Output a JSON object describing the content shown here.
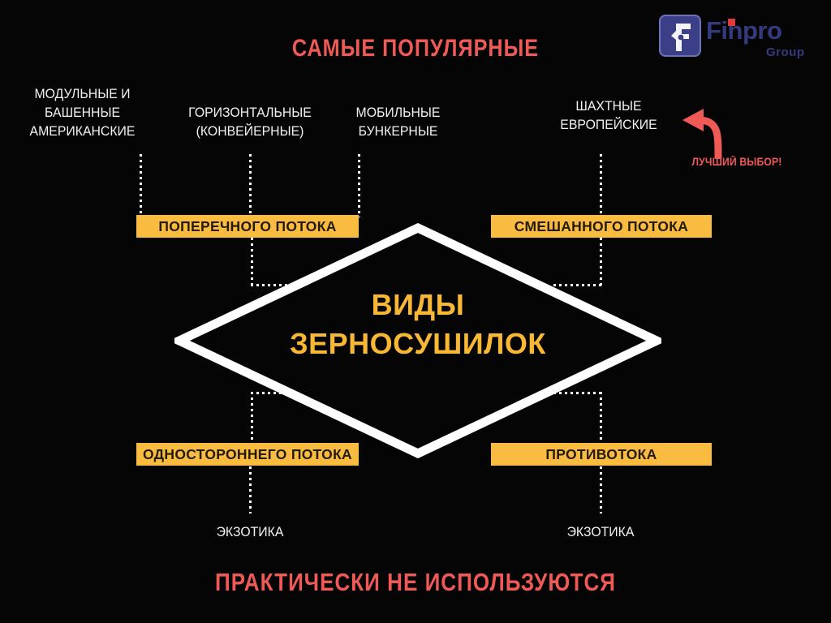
{
  "colors": {
    "background": "#060506",
    "accent_amber": "#f9bb40",
    "accent_red": "#ef5a57",
    "title_amber": "#f9b833",
    "text_white": "#f2f2f2",
    "logo_blue": "#353a7e",
    "logo_dot_red": "#e03b3b"
  },
  "headers": {
    "top": "САМЫЕ ПОПУЛЯРНЫЕ",
    "bottom": "ПРАКТИЧЕСКИ НЕ ИСПОЛЬЗУЮТСЯ"
  },
  "categories": [
    {
      "id": "american",
      "lines": [
        "МОДУЛЬНЫЕ И",
        "БАШЕННЫЕ",
        "АМЕРИКАНСКИЕ"
      ]
    },
    {
      "id": "horizontal",
      "lines": [
        "ГОРИЗОНТАЛЬНЫЕ",
        "(КОНВЕЙЕРНЫЕ)"
      ]
    },
    {
      "id": "mobile",
      "lines": [
        "МОБИЛЬНЫЕ",
        "БУНКЕРНЫЕ"
      ]
    },
    {
      "id": "shaft",
      "lines": [
        "ШАХТНЫЕ",
        "ЕВРОПЕЙСКИЕ"
      ]
    }
  ],
  "flow_boxes": {
    "cross": "ПОПЕРЕЧНОГО ПОТОКА",
    "mixed": "СМЕШАННОГО ПОТОКА",
    "oneway": "ОДНОСТОРОННЕГО ПОТОКА",
    "counter": "ПРОТИВОТОКА"
  },
  "center": {
    "line1": "ВИДЫ",
    "line2": "ЗЕРНОСУШИЛОК"
  },
  "exotic": {
    "left": "ЭКЗОТИКА",
    "right": "ЭКЗОТИКА"
  },
  "callout": {
    "text": "ЛУЧШИЙ ВЫБОР!",
    "arrow_icon": "curved-arrow-left-icon"
  },
  "logo": {
    "name": "Finpro",
    "sub": "Group",
    "mark_icon": "finpro-f-mark-icon"
  }
}
